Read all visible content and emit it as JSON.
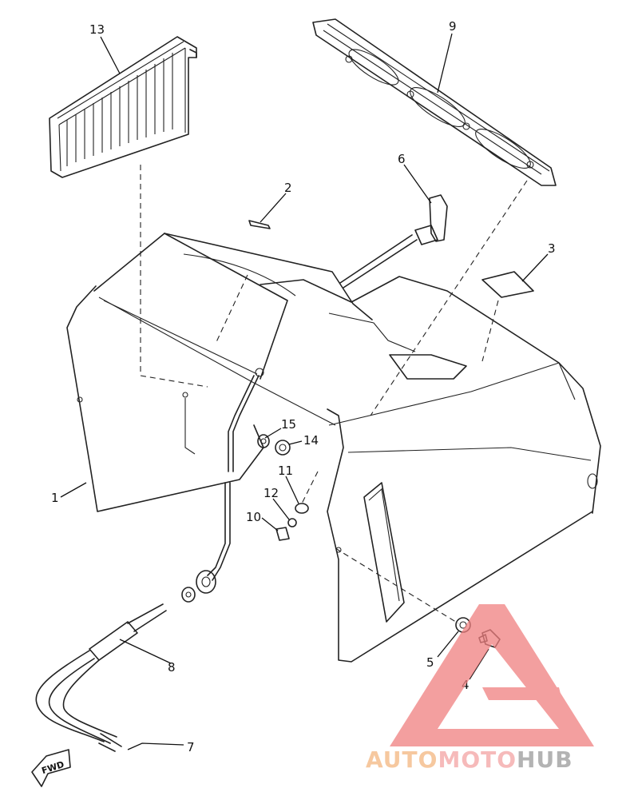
{
  "callouts": {
    "c1": "1",
    "c2": "2",
    "c3": "3",
    "c4": "4",
    "c5": "5",
    "c6": "6",
    "c7": "7",
    "c8": "8",
    "c9": "9",
    "c10": "10",
    "c11": "11",
    "c12": "12",
    "c13": "13",
    "c14": "14",
    "c15": "15"
  },
  "direction_label": "FWD",
  "watermark": {
    "part1": "AUTO",
    "part2": "MOTO",
    "part3": "HUB",
    "colors": {
      "auto": "#f3b680",
      "moto": "#f4a3a3",
      "hub": "#9a9a9a",
      "triangle": "#f08080"
    }
  }
}
